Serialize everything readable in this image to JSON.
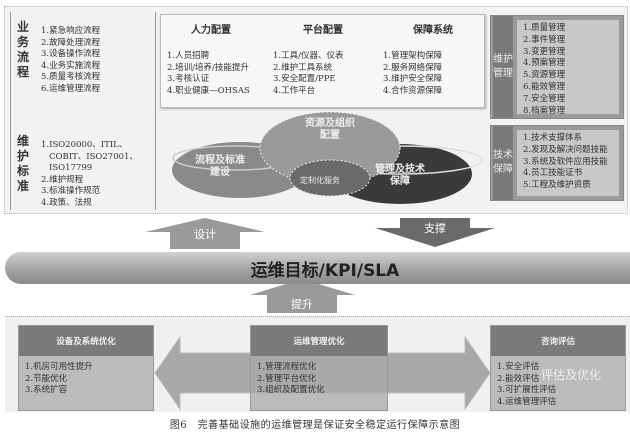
{
  "left_panel": {
    "business_process": {
      "label": "业务流程",
      "items": [
        "1.紧急响应流程",
        "2.故障处理流程",
        "3.设备操作流程",
        "4.业务实施流程",
        "5.质量考核流程",
        "6.运维管理流程"
      ]
    },
    "maintenance_standard": {
      "label": "维护标准",
      "items": [
        "1.ISO20000、ITIL、",
        "COBIT、ISO27001、",
        "ISO17799",
        "2.维护规程",
        "3.标准操作规范",
        "4.政策、法规"
      ]
    }
  },
  "center_top": {
    "columns": [
      {
        "title": "人力配置",
        "items": [
          "1.人员招聘",
          "2.培训/培养/技能提升",
          "3.考核认证",
          "4.职业健康—OHSAS"
        ]
      },
      {
        "title": "平台配置",
        "items": [
          "1.工具/仪器、仪表",
          "2.维护工具系统",
          "3.安全配置/PPE",
          "4.工作平台"
        ]
      },
      {
        "title": "保障系统",
        "items": [
          "1.管理架构保障",
          "2.服务网络保障",
          "3.维护安全保障",
          "4.合作资源保障"
        ]
      }
    ]
  },
  "ellipses": {
    "process": [
      "流程及标准",
      "建设"
    ],
    "resource": [
      "资源及组织",
      "配置"
    ],
    "management": [
      "管理及技术",
      "保障"
    ],
    "custom": "定制化服务"
  },
  "right_panel": {
    "maintenance_mgmt": {
      "label": "维护管理",
      "items": [
        "1.质量管理",
        "2.事件管理",
        "3.变更管理",
        "4.预案管理",
        "5.资源管理",
        "6.能效管理",
        "7.安全管理",
        "8.档案管理"
      ]
    },
    "tech_support": {
      "label": "技术保障",
      "items": [
        "1.技术支撑体系",
        "2.发现及解决问题技能",
        "3.系统及软件应用技能",
        "4.员工技能证书",
        "5.工程及维护资质"
      ]
    }
  },
  "arrows": {
    "design": "设计",
    "support": "支撑",
    "improve": "提升"
  },
  "goal_bar": "运维目标/KPI/SLA",
  "bottom": {
    "equipment": {
      "title": "设备及系统优化",
      "items": [
        "1.机房可用性提升",
        "2.节能优化",
        "3.系统扩容"
      ]
    },
    "ops": {
      "title": "运维管理优化",
      "items": [
        "1.管理流程优化",
        "2.管理平台优化",
        "3.组织及配置优化"
      ]
    },
    "consult": {
      "title": "咨询评估",
      "items": [
        "1.安全评估",
        "2.能效评估",
        "3.可扩展性评估",
        "4.运维管理评估"
      ],
      "overlay": "评估及优化"
    }
  },
  "caption": "图6　完善基础设施的运维管理是保证安全稳定运行保障示意图"
}
